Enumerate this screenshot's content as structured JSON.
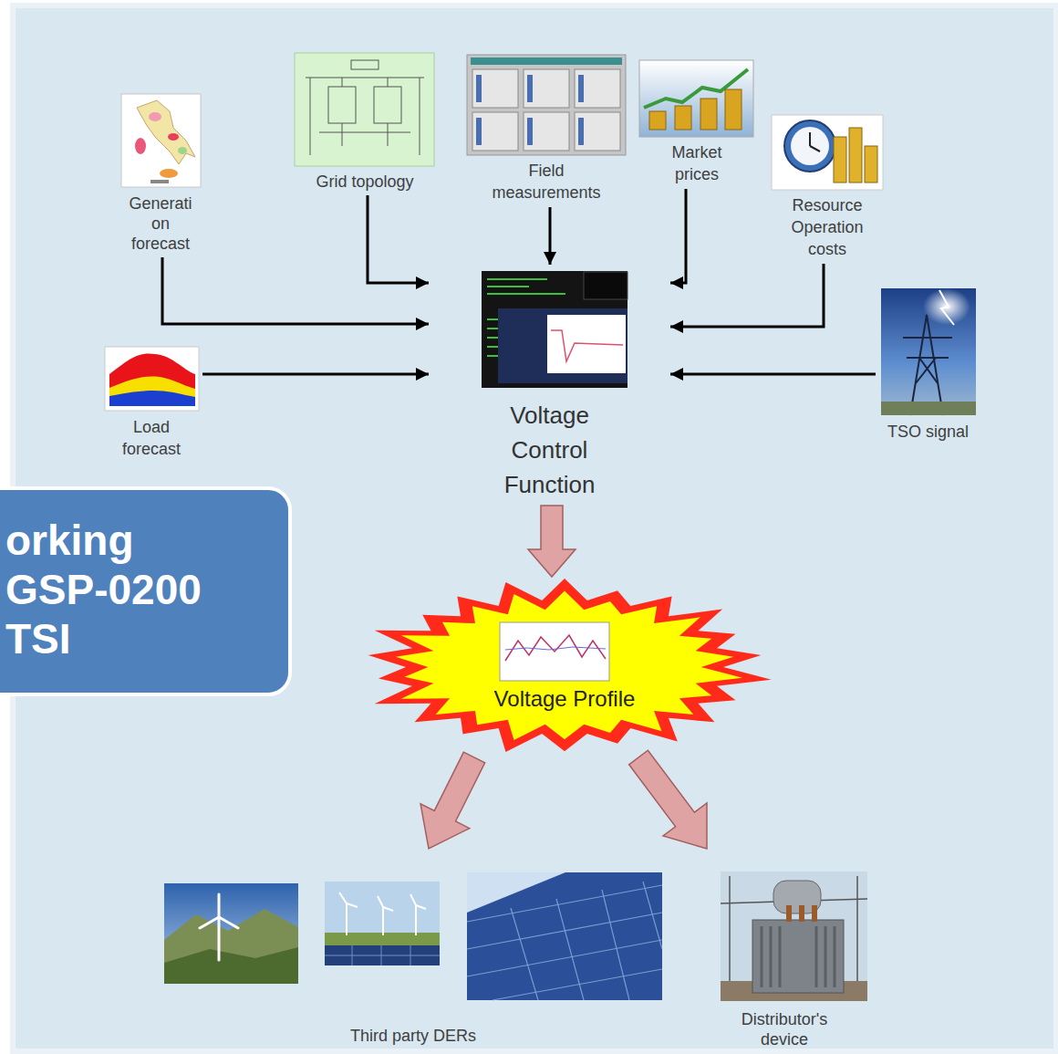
{
  "diagram": {
    "nodes": [
      {
        "text": [
          "Generati on forecast"
        ]
      },
      {
        "text": [
          "Grid topology"
        ]
      },
      {
        "text": [
          "Field measurements"
        ]
      },
      {
        "text": [
          "Market prices"
        ]
      },
      {
        "text": [
          "Resource Operation costs"
        ]
      },
      {
        "text": [
          "Load forecast"
        ]
      },
      {
        "text": [
          "Voltage Control Function"
        ]
      },
      {
        "text": [
          "TSO signal"
        ]
      },
      {
        "text": [
          "Voltage Profile"
        ]
      },
      {
        "text": [
          "Third party DERs"
        ]
      },
      {
        "text": [
          "Distributor's device"
        ]
      },
      {
        "text": [
          "orking GSP-0200 TSI"
        ]
      }
    ],
    "edges": [
      {
        "from": 0,
        "to": 6,
        "arrow": "to"
      },
      {
        "from": 1,
        "to": 6,
        "arrow": "to"
      },
      {
        "from": 2,
        "to": 6,
        "arrow": "to"
      },
      {
        "from": 3,
        "to": 6,
        "arrow": "to"
      },
      {
        "from": 4,
        "to": 6,
        "arrow": "to"
      },
      {
        "from": 5,
        "to": 6,
        "arrow": "to"
      },
      {
        "from": 7,
        "to": 6,
        "arrow": "to"
      },
      {
        "from": 6,
        "to": 8,
        "arrow": "to"
      },
      {
        "from": 8,
        "to": 9,
        "arrow": "to"
      },
      {
        "from": 8,
        "to": 10,
        "arrow": "to"
      }
    ]
  }
}
